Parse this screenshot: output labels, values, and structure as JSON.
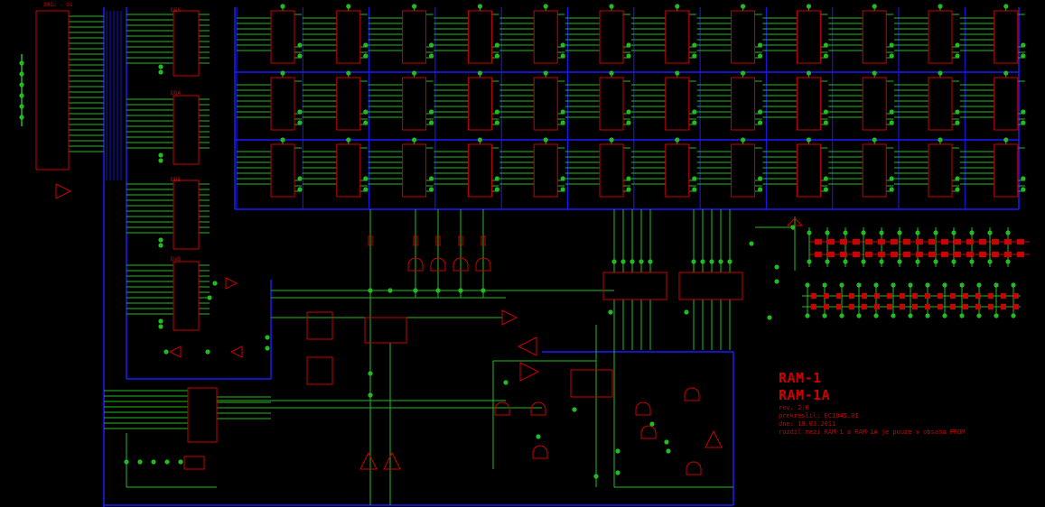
{
  "title_block": {
    "line1": "RAM-1",
    "line2": "RAM-1A",
    "rev": "rev. 2.0",
    "compat": "prekreslil: EC1045.01",
    "date": "dne: 18.03.2011",
    "note": "rozdil mezi RAM-1 a RAM-1A je pouze v obsahu PROM"
  },
  "labels": {
    "connector": "X01c - Os",
    "buffer1": "DBA",
    "buffer2": "DBA",
    "buffer3": "DBB",
    "buffer4": "DaB"
  },
  "colors": {
    "background": "#000000",
    "bus": "#1a1aff",
    "wire": "#22bb22",
    "component": "#cc0000",
    "junction": "#22bb22"
  }
}
